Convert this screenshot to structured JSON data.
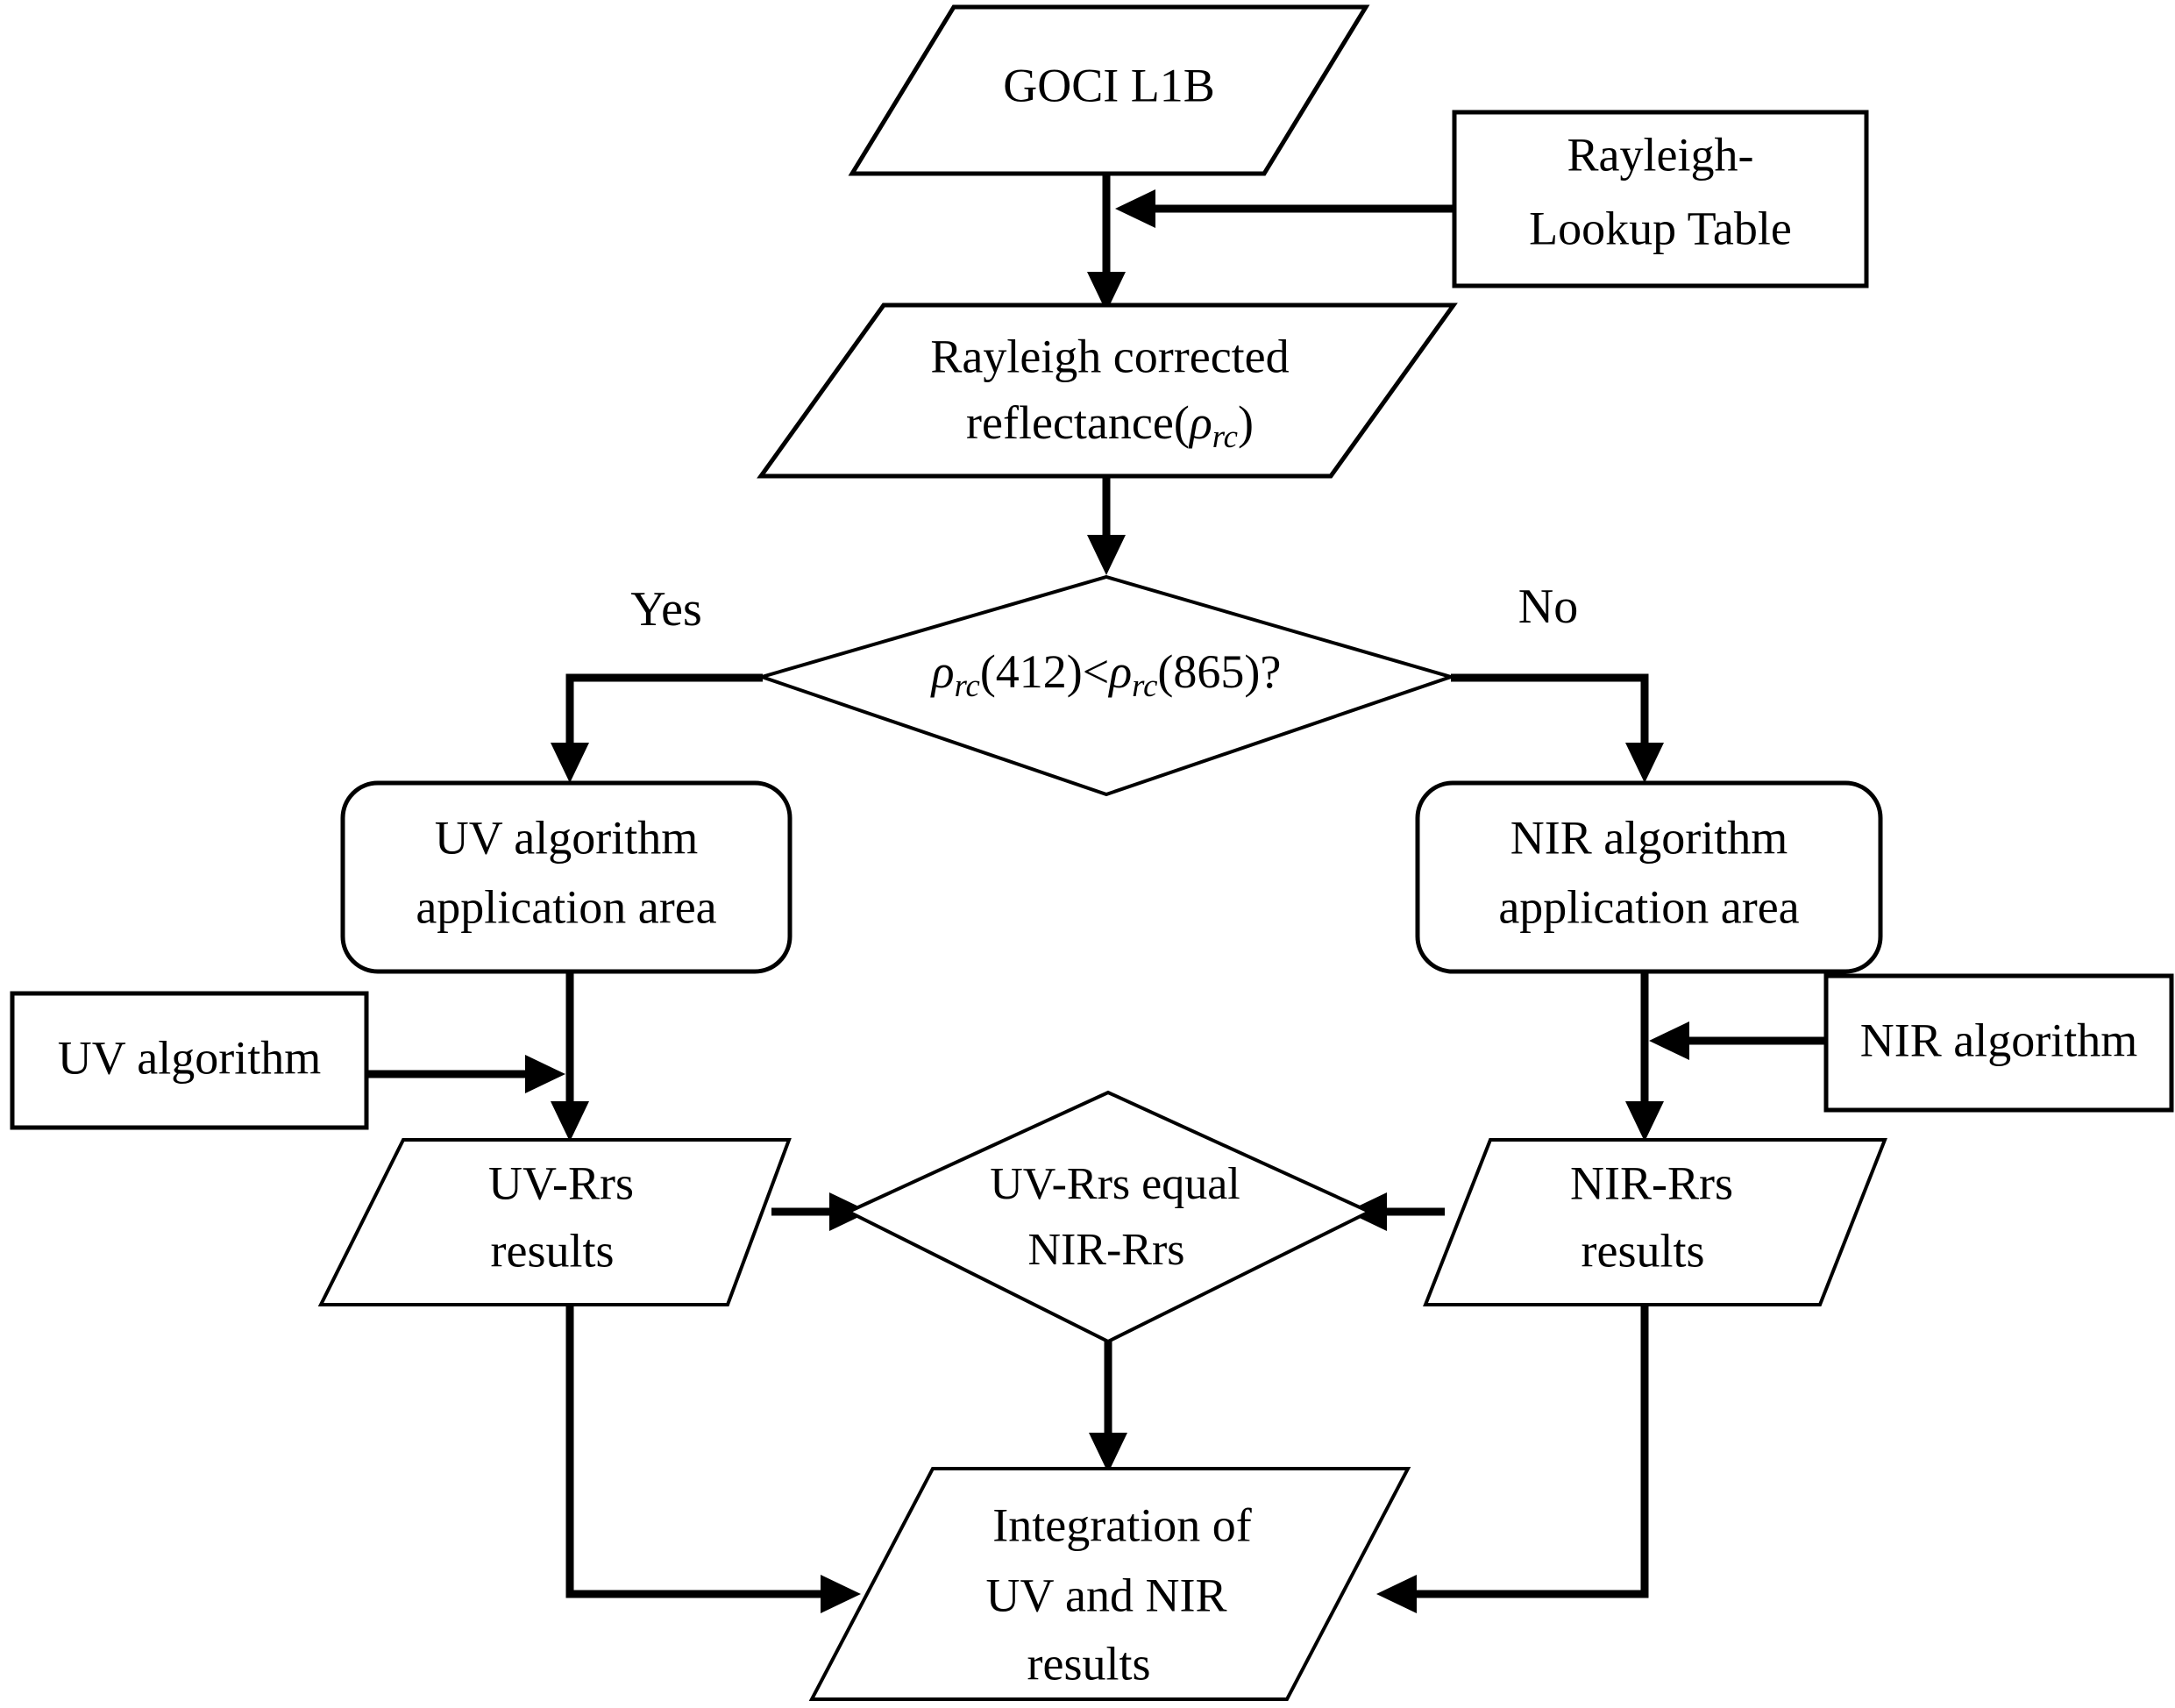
{
  "diagram": {
    "title": "GOCI UV/NIR atmospheric correction flowchart",
    "type": "flowchart",
    "background_color": "#ffffff",
    "line_color": "#000000",
    "text_color": "#000000"
  },
  "nodes": {
    "goci_l1b": {
      "label": "GOCI L1B",
      "shape": "parallelogram"
    },
    "rayleigh_lut": {
      "line1": "Rayleigh-",
      "line2": "Lookup Table",
      "shape": "rectangle"
    },
    "rayleigh_corrected": {
      "line1": "Rayleigh corrected",
      "line2_prefix": "reflectance(",
      "line2_symbol": "ρ",
      "line2_subscript": "rc",
      "line2_suffix": ")",
      "shape": "parallelogram"
    },
    "decision_rho": {
      "symbol": "ρ",
      "subscript": "rc",
      "arg1": "(412)",
      "operator": "<",
      "arg2": "(865)?",
      "full_text": "ρrc(412)<ρrc(865)?",
      "shape": "diamond"
    },
    "uv_area": {
      "line1": "UV algorithm",
      "line2": "application area",
      "shape": "rounded-rectangle"
    },
    "nir_area": {
      "line1": "NIR algorithm",
      "line2": "application area",
      "shape": "rounded-rectangle"
    },
    "uv_algorithm": {
      "label": "UV algorithm",
      "shape": "rectangle"
    },
    "nir_algorithm": {
      "label": "NIR algorithm",
      "shape": "rectangle"
    },
    "uv_rrs_results": {
      "line1": "UV-Rrs",
      "line2": "results",
      "shape": "parallelogram"
    },
    "nir_rrs_results": {
      "line1": "NIR-Rrs",
      "line2": "results",
      "shape": "parallelogram"
    },
    "equal_decision": {
      "line1": "UV-Rrs equal",
      "line2": "NIR-Rrs",
      "shape": "diamond"
    },
    "integration": {
      "line1": "Integration of",
      "line2": "UV and NIR",
      "line3": "results",
      "shape": "parallelogram"
    }
  },
  "branch_labels": {
    "yes": "Yes",
    "no": "No"
  }
}
